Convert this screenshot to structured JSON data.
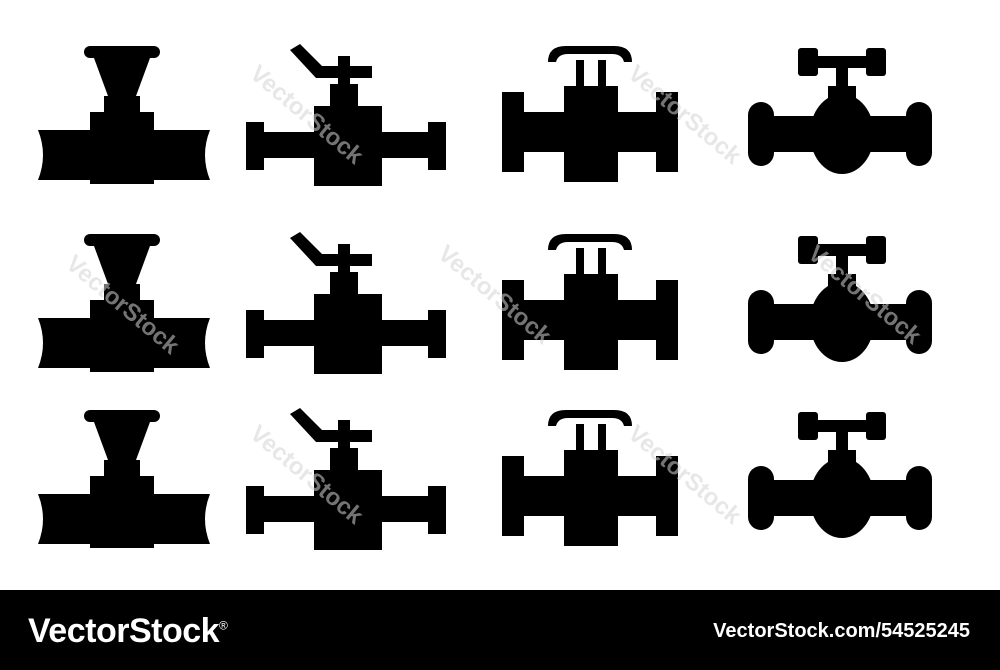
{
  "colors": {
    "outline": "#111111",
    "solid": "#111111",
    "pipe_cyan": "#22d3e6",
    "accent_blue": "#1e8fe6",
    "handle_red": "#f04a2c",
    "background": "#ffffff",
    "footer_bg": "#000000"
  },
  "icon_set": {
    "styles": [
      "outline",
      "solid",
      "flat-color"
    ],
    "icons": [
      "pipe-valve-icon",
      "ball-valve-icon",
      "flanged-gate-valve-icon",
      "globe-valve-icon"
    ]
  },
  "watermark": "VectorStock",
  "footer": {
    "brand": "VectorStock",
    "brand_mark": "®",
    "image_id": "VectorStock.com/54525245"
  }
}
